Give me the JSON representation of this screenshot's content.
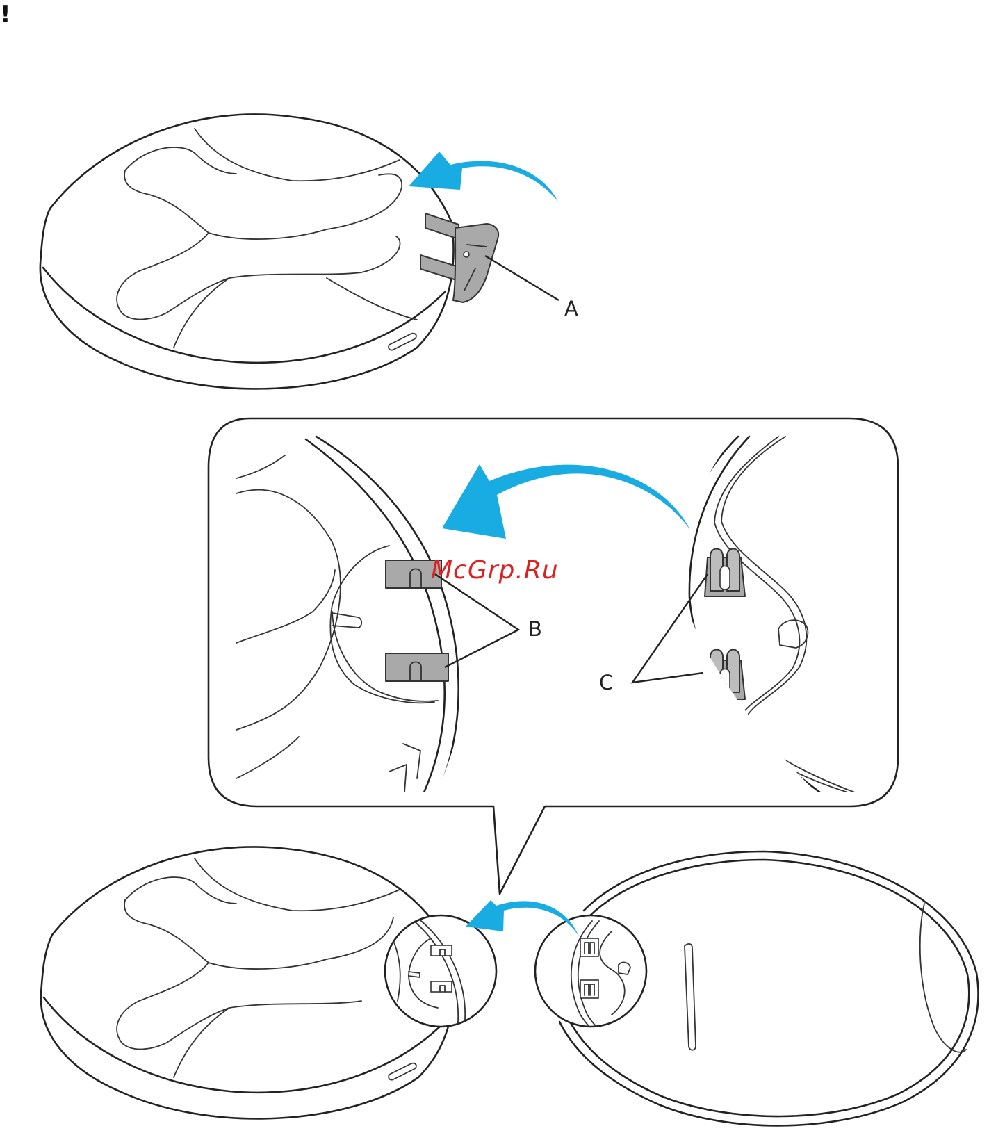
{
  "notice": {
    "symbol": "!"
  },
  "labels": {
    "a": "A",
    "b": "B",
    "c": "C"
  },
  "watermark": "McGrp.Ru",
  "colors": {
    "arrow": "#19ace2",
    "part_fill": "#a9a9a9",
    "line": "#222222",
    "watermark": "#e02020"
  },
  "icons": {
    "arrow": "curved-arrow-icon",
    "notice": "exclamation-icon"
  }
}
